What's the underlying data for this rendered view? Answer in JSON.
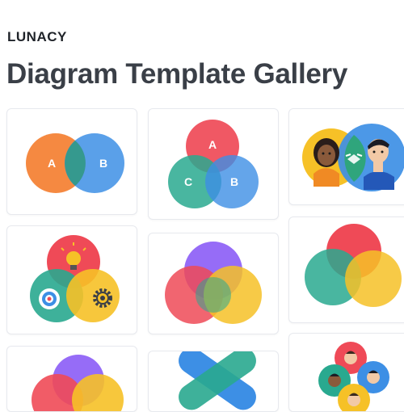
{
  "app": {
    "logo": "LUNACY"
  },
  "page": {
    "title": "Diagram Template Gallery"
  },
  "colors": {
    "orange": "#f47c2c",
    "blue": "#3d8fe5",
    "red": "#ef4a57",
    "teal": "#29a98f",
    "yellow": "#f6c127",
    "purple": "#8b5cf6",
    "card_border": "#e7e9ee"
  },
  "gallery": {
    "templates": [
      {
        "name": "two-set-venn",
        "labels": [
          "A",
          "B"
        ]
      },
      {
        "name": "three-set-venn",
        "labels": [
          "A",
          "C",
          "B"
        ]
      },
      {
        "name": "people-venn",
        "icons": [
          "woman-avatar-icon",
          "handshake-icon",
          "man-avatar-icon"
        ]
      },
      {
        "name": "idea-venn",
        "icons": [
          "lightbulb-icon",
          "target-icon",
          "gear-icon"
        ]
      },
      {
        "name": "four-set-venn"
      },
      {
        "name": "three-circle-venn"
      },
      {
        "name": "overlap-venn"
      },
      {
        "name": "cross-diagram"
      },
      {
        "name": "team-venn",
        "icons": [
          "person-avatar-icon",
          "person-avatar-icon",
          "person-avatar-icon",
          "person-avatar-icon"
        ]
      }
    ]
  }
}
